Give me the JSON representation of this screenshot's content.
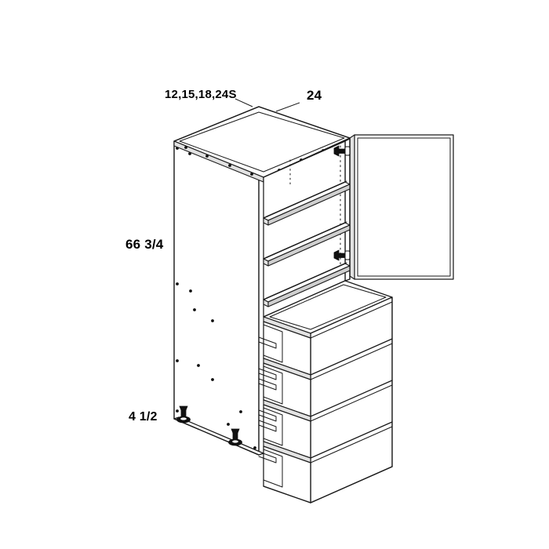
{
  "drawing": {
    "type": "cabinet-technical-isometric",
    "description": "Tall utility cabinet isometric line drawing with one open door, three adjustable shelves and four drawers",
    "line_color": "#1a1a1a",
    "face_fill": "#ffffff",
    "edge_fill": "#e8e8e8",
    "hardware_color": "#111111"
  },
  "dimensions": {
    "width_label": "12,15,18,24S",
    "depth_label": "24",
    "height_label": "66 3/4",
    "toekick_label": "4 1/2"
  },
  "components": {
    "top_panel": "cabinet-top-panel",
    "left_side_panel": "cabinet-left-side-panel",
    "right_side_panel": "cabinet-right-side-panel",
    "back_panel": "cabinet-back-panel",
    "door": "cabinet-door-open",
    "hinges": [
      {
        "name": "hinge-upper"
      },
      {
        "name": "hinge-lower"
      }
    ],
    "shelves": [
      {
        "name": "shelf-1"
      },
      {
        "name": "shelf-2"
      },
      {
        "name": "shelf-3"
      }
    ],
    "drawers": [
      {
        "name": "drawer-1"
      },
      {
        "name": "drawer-2"
      },
      {
        "name": "drawer-3"
      },
      {
        "name": "drawer-4"
      }
    ],
    "legs": [
      {
        "name": "leveling-leg-front-left"
      },
      {
        "name": "leveling-leg-front-right"
      }
    ],
    "shelf_pin_holes": "shelf-pin-hole-column"
  }
}
